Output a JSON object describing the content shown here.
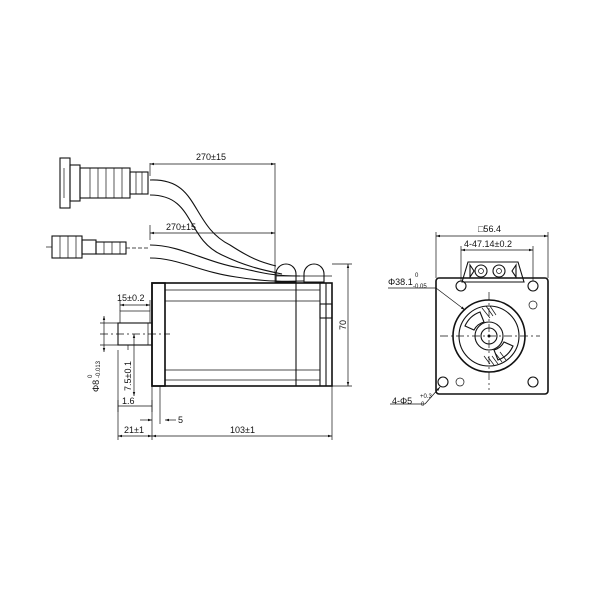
{
  "drawing": {
    "cable_length_upper": "270±15",
    "cable_length_lower": "270±15",
    "shaft_key_length": "15±0.2",
    "height": "70",
    "shaft_diameter": "Φ8",
    "shaft_diameter_upper_tol": "0",
    "shaft_diameter_lower_tol": "-0.013",
    "key_height": "7.5±0.1",
    "collar_thickness": "1.6",
    "shaft_step": "5",
    "shaft_length": "21±1",
    "body_length": "103±1",
    "flange_square": "□56.4",
    "hole_spacing": "4-47.14±0.2",
    "pilot_diameter": "Φ38.1",
    "pilot_upper_tol": "0",
    "pilot_lower_tol": "-0.05",
    "mount_holes": "4-Φ5",
    "mount_holes_upper_tol": "+0.3",
    "mount_holes_lower_tol": "0"
  }
}
